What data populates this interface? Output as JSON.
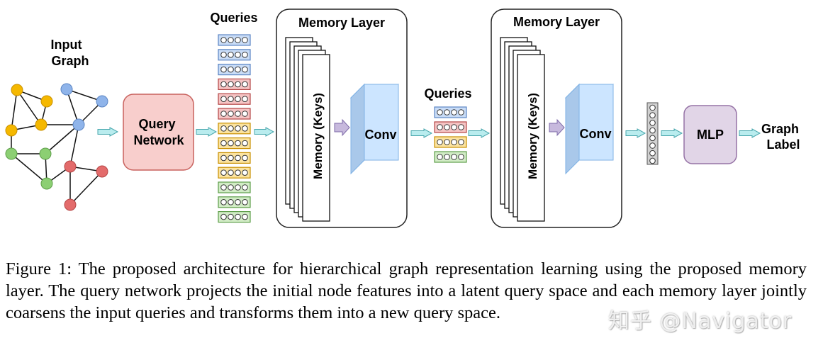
{
  "figure": {
    "input_graph_label": [
      "Input",
      "Graph"
    ],
    "query_network_label": [
      "Query",
      "Network"
    ],
    "queries_label_1": "Queries",
    "queries_label_2": "Queries",
    "memory_layer_1": {
      "title": "Memory Layer",
      "keys_label": "Memory (Keys)",
      "conv_label": "Conv"
    },
    "memory_layer_2": {
      "title": "Memory Layer",
      "keys_label": "Memory (Keys)",
      "conv_label": "Conv"
    },
    "mlp_label": "MLP",
    "output_label": [
      "Graph",
      "Label"
    ],
    "colors": {
      "yellow": "#f5b800",
      "green": "#8ccf73",
      "red": "#e36b6b",
      "blue": "#8fb4ea",
      "arrow": "#b9ecee",
      "query_network": "#f8cecc",
      "mlp": "#e1d5e7",
      "conv": "#cce5ff"
    },
    "query_stack_1_colors": [
      "blue",
      "blue",
      "blue",
      "red",
      "red",
      "red",
      "yellow",
      "yellow",
      "yellow",
      "yellow",
      "green",
      "green",
      "green"
    ],
    "query_stack_2_colors": [
      "blue",
      "red",
      "yellow",
      "green"
    ]
  },
  "caption": "Figure 1: The proposed architecture for hierarchical graph representation learning using the proposed memory layer. The query network projects the initial node features into a latent query space and each memory layer jointly coarsens the input queries and transforms them into a new query space.",
  "watermark": "知乎 @Navigator"
}
